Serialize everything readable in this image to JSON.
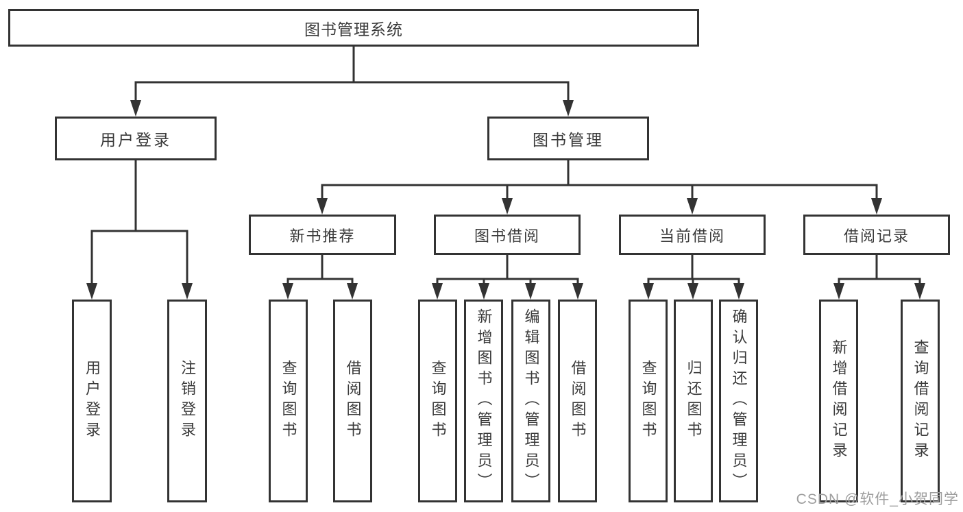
{
  "colors": {
    "line": "#333333",
    "text": "#3a3a3a",
    "watermark": "#9e9e9e"
  },
  "tree": {
    "root": {
      "label": "图书管理系统"
    },
    "level2": [
      {
        "label": "用户登录",
        "children": [
          {
            "label": "用户登录"
          },
          {
            "label": "注销登录"
          }
        ]
      },
      {
        "label": "图书管理",
        "sections": [
          {
            "label": "新书推荐",
            "children": [
              {
                "label": "查询图书"
              },
              {
                "label": "借阅图书"
              }
            ]
          },
          {
            "label": "图书借阅",
            "children": [
              {
                "label": "查询图书"
              },
              {
                "label": "新增图书（管理员）"
              },
              {
                "label": "编辑图书（管理员）"
              },
              {
                "label": "借阅图书"
              }
            ]
          },
          {
            "label": "当前借阅",
            "children": [
              {
                "label": "查询图书"
              },
              {
                "label": "归还图书"
              },
              {
                "label": "确认归还（管理员）"
              }
            ]
          },
          {
            "label": "借阅记录",
            "children": [
              {
                "label": "新增借阅记录"
              },
              {
                "label": "查询借阅记录"
              }
            ]
          }
        ]
      }
    ]
  },
  "watermark": {
    "text": "CSDN @软件_小贺同学"
  }
}
